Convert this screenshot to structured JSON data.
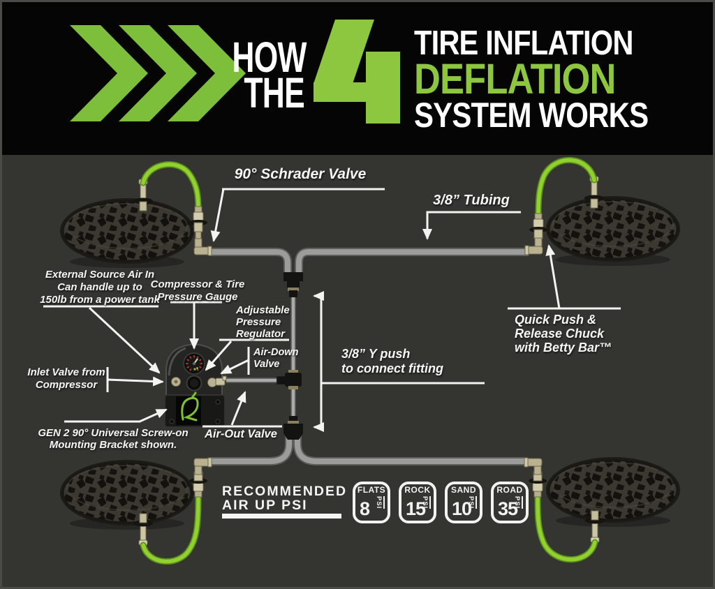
{
  "header": {
    "prefix": [
      "HOW",
      "THE"
    ],
    "big_number": "4",
    "title_lines": [
      "TIRE INFLATION",
      "DEFLATION",
      "SYSTEM WORKS"
    ]
  },
  "labels": {
    "schrader": "90° Schrader Valve",
    "tubing": "3/8” Tubing",
    "quick_push": [
      "Quick Push &",
      "Release Chuck",
      "with Betty Bar™"
    ],
    "external_source": [
      "External Source Air In",
      "Can handle up to",
      "150lb from a power tank"
    ],
    "compressor_gauge": [
      "Compressor & Tire",
      "Pressure Gauge"
    ],
    "adjustable_regulator": [
      "Adjustable",
      "Pressure",
      "Regulator"
    ],
    "air_down_valve": [
      "Air-Down",
      "Valve"
    ],
    "inlet_valve": [
      "Inlet Valve from",
      "Compressor"
    ],
    "y_push": [
      "3/8” Y push",
      "to connect fitting"
    ],
    "air_out_valve": "Air-Out Valve",
    "gen2_bracket": [
      "GEN 2 90° Universal Screw-on",
      "Mounting Bracket shown."
    ]
  },
  "recommended": {
    "line1": "RECOMMENDED",
    "line2": "AIR UP PSI"
  },
  "psi_badges": [
    {
      "terrain": "FLATS",
      "value": "8",
      "unit": "PSI"
    },
    {
      "terrain": "ROCK",
      "value": "15",
      "unit": "PSI"
    },
    {
      "terrain": "SAND",
      "value": "10",
      "unit": "PSI"
    },
    {
      "terrain": "ROAD",
      "value": "35",
      "unit": "PSI"
    }
  ],
  "icons": {
    "chevrons": "triple-chevron-right-icon",
    "brand_logo": "green-script-a-brand-logo"
  },
  "colors": {
    "accent_green": "#8dc63f",
    "hose_green": "#90d02f",
    "header_bg": "#000000",
    "canvas_bg": "#343431",
    "tube_gray": "#9c9c9a",
    "text_white": "#f5f5f3"
  }
}
